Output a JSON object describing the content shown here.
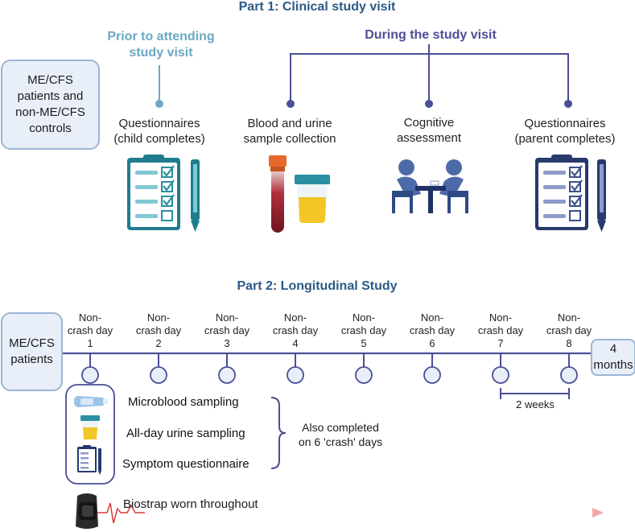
{
  "part1": {
    "title": "Part 1: Clinical study visit",
    "prior_label_line1": "Prior to attending",
    "prior_label_line2": "study visit",
    "during_label": "During the study visit",
    "group_box_line1": "ME/CFS",
    "group_box_line2": "patients and",
    "group_box_line3": "non-ME/CFS",
    "group_box_line4": "controls",
    "steps": [
      {
        "line1": "Questionnaires",
        "line2": "(child completes)",
        "icon": "clipboard-checklist-icon"
      },
      {
        "line1": "Blood and urine",
        "line2": "sample collection",
        "icon": "blood-urine-icon"
      },
      {
        "line1": "Cognitive",
        "line2": "assessment",
        "icon": "two-people-table-icon"
      },
      {
        "line1": "Questionnaires",
        "line2": "(parent completes)",
        "icon": "clipboard-checklist-icon"
      }
    ]
  },
  "part2": {
    "title": "Part 2: Longitudinal Study",
    "patients_box_line1": "ME/CFS",
    "patients_box_line2": "patients",
    "end_box_line1": "4",
    "end_box_line2": "months",
    "days": [
      {
        "line1": "Non-",
        "line2": "crash day",
        "num": "1"
      },
      {
        "line1": "Non-",
        "line2": "crash day",
        "num": "2"
      },
      {
        "line1": "Non-",
        "line2": "crash day",
        "num": "3"
      },
      {
        "line1": "Non-",
        "line2": "crash day",
        "num": "4"
      },
      {
        "line1": "Non-",
        "line2": "crash day",
        "num": "5"
      },
      {
        "line1": "Non-",
        "line2": "crash day",
        "num": "6"
      },
      {
        "line1": "Non-",
        "line2": "crash day",
        "num": "7"
      },
      {
        "line1": "Non-",
        "line2": "crash day",
        "num": "8"
      }
    ],
    "interval_label": "2 weeks",
    "samples": [
      {
        "label": "Microblood sampling",
        "icon": "microblood-device-icon"
      },
      {
        "label": "All-day urine sampling",
        "icon": "urine-cup-icon"
      },
      {
        "label": "Symptom questionnaire",
        "icon": "clipboard-icon"
      }
    ],
    "crash_note_line1": "Also completed",
    "crash_note_line2": "on 6 'crash' days",
    "biostrap_label": "Biostrap worn throughout",
    "biostrap_icon": "wristband-icon"
  },
  "colors": {
    "title_blue": "#2b5a86",
    "teal": "#6aa9c4",
    "purple": "#4b4f96",
    "navy": "#283a6c",
    "box_fill": "#e9eff8",
    "box_border": "#9bb4d6",
    "arrow_pink": "#f2b3b3"
  }
}
